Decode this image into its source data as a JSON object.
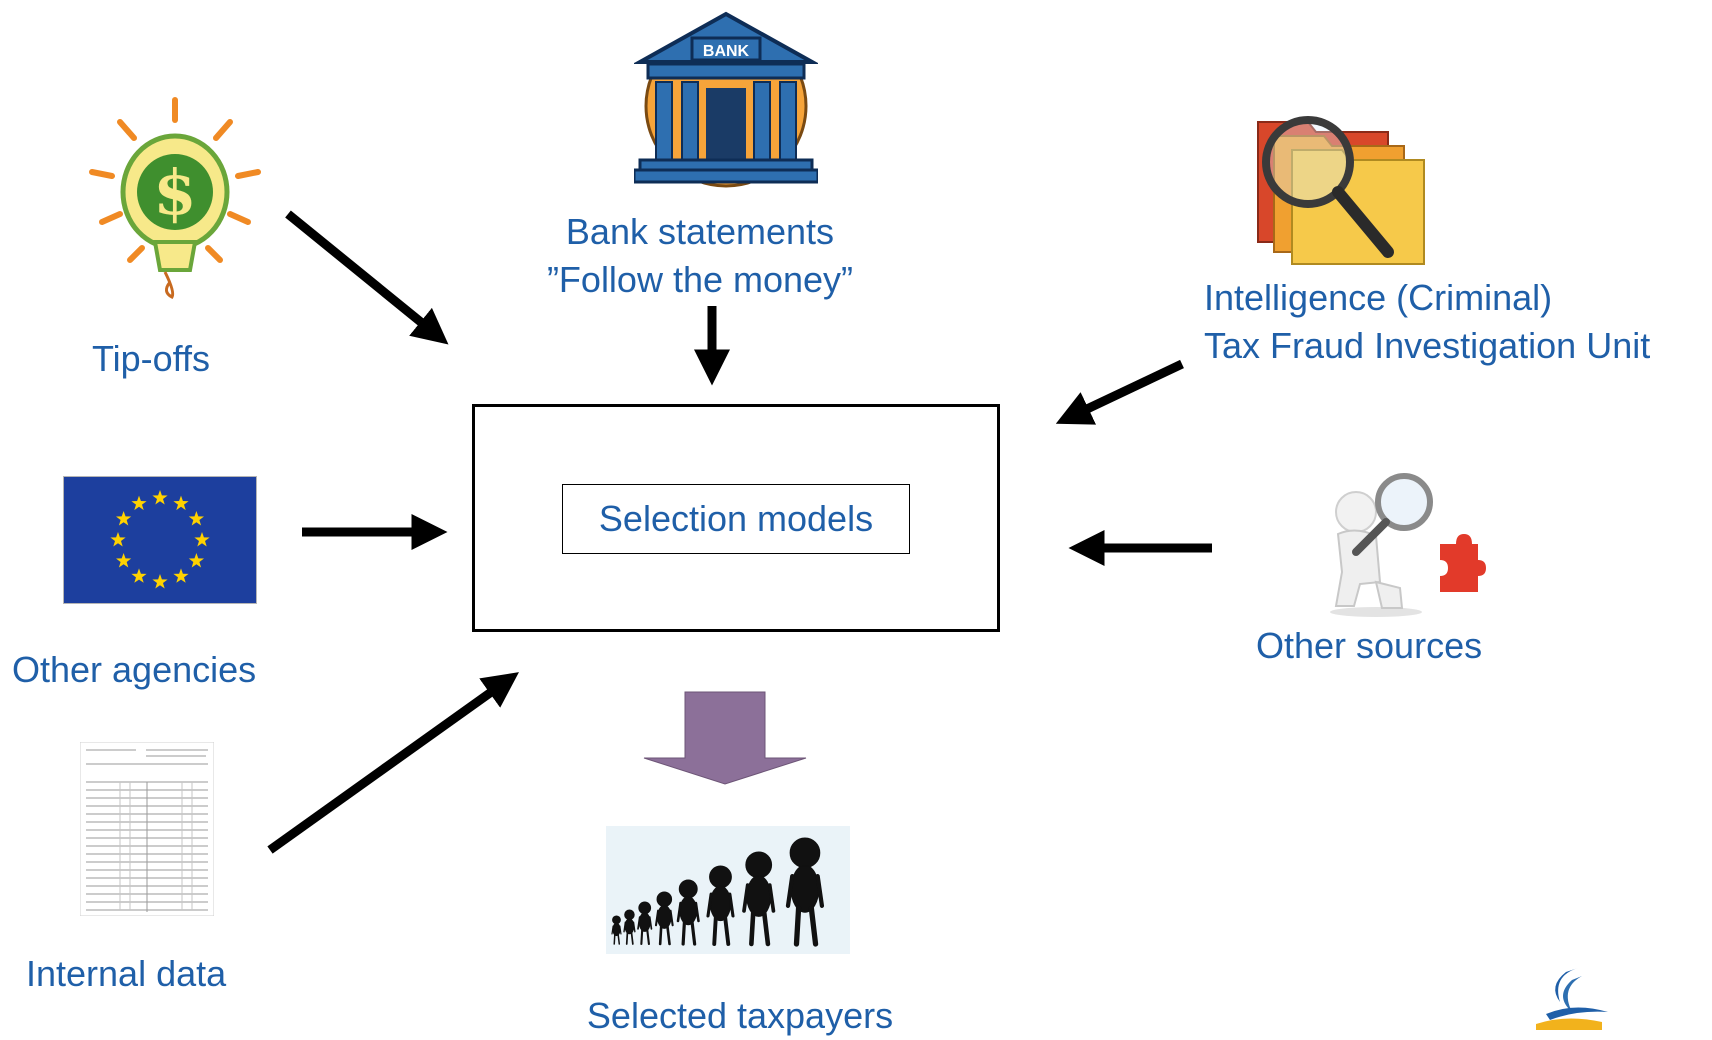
{
  "nodes": {
    "tipoffs": "Tip-offs",
    "bank_line1": "Bank statements",
    "bank_line2": "”Follow the money”",
    "intel_line1": "Intelligence (Criminal)",
    "intel_line2": "Tax Fraud Investigation Unit",
    "other_agencies": "Other agencies",
    "other_sources": "Other sources",
    "internal_data": "Internal data",
    "selection_models": "Selection models",
    "selected_taxpayers": "Selected taxpayers"
  },
  "icons": {
    "bank_sign": "BANK",
    "dollar_sign": "$"
  },
  "colors": {
    "label_text": "#1f5fa8",
    "output_arrow": "#8c7099",
    "eu_blue": "#1d3f9e",
    "eu_star": "#ffd200"
  }
}
